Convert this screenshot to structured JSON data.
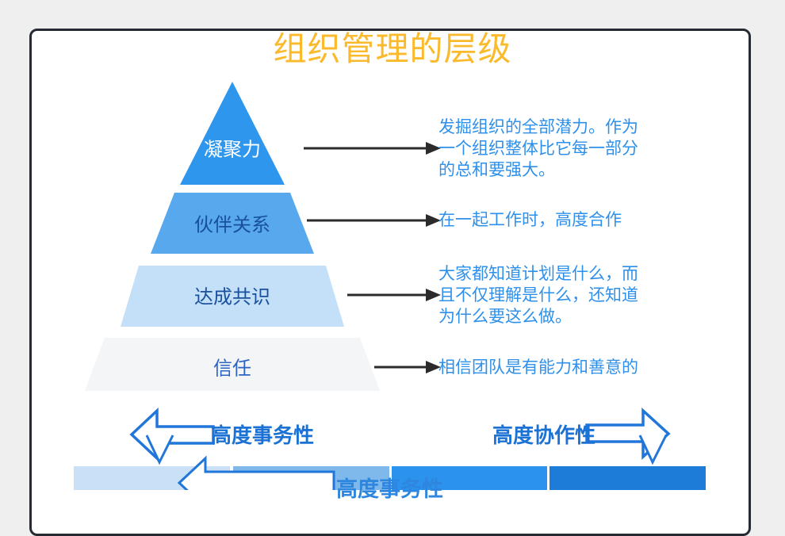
{
  "title": "组织管理的层级",
  "pyramid": {
    "levels": [
      {
        "label": "凝聚力",
        "fill": "#2E96EC",
        "desc_lines": [
          "发掘组织的全部潜力。作为",
          "一个组织整体比它每一部分",
          "的总和要强大。"
        ]
      },
      {
        "label": "伙伴关系",
        "fill": "#58A8EE",
        "desc_lines": [
          "在一起工作时，高度合作"
        ]
      },
      {
        "label": "达成共识",
        "fill": "#C3E0F8",
        "desc_lines": [
          "大家都知道计划是什么，而",
          "且不仅理解是什么，还知道",
          "为什么要这么做。"
        ]
      },
      {
        "label": "信任",
        "fill": "#F4F5F7",
        "desc_lines": [
          "相信团队是有能力和善意的"
        ]
      }
    ]
  },
  "axis_arrows": {
    "left_label": "高度事务性",
    "right_label": "高度协作性"
  },
  "bottom_bar": {
    "label": "高度事务性",
    "segment_colors": [
      "#C9E0F6",
      "#7FB9EC",
      "#2B92EE",
      "#1E7CD9"
    ]
  },
  "colors": {
    "title": "#FBBA2B",
    "description_text": "#2E90EA",
    "axis_label_text": "#1B72D4",
    "arrow_outline": "#2176D9",
    "connector_arrow": "#2B2B2B",
    "level1_label": "#FFFFFF",
    "level2_label": "#19509E",
    "level4_label": "#2D64C4",
    "card_border": "#262B33",
    "page_background": "#EFEFEF"
  }
}
